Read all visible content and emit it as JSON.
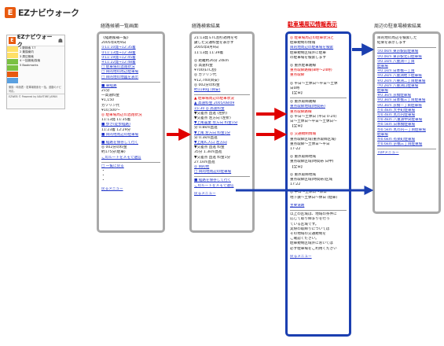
{
  "logo": {
    "mark": "E",
    "text": "EZナビウォーク"
  },
  "phone": {
    "title": "EZナビウォーク",
    "menu": [
      "1 駅検索 T.T",
      "2 乗換案内",
      "3 周辺検索",
      "4 一括検索/探索",
      "5 Bookmarks"
    ],
    "side_colors": [
      "#ffe066",
      "#ffe066",
      "#7ac142",
      "#7ac142",
      "#e85a10",
      "#5aa0e0"
    ],
    "desc": "乗換・時刻表・駐車場検索を一括。道路のナビ対応。",
    "footer": "EZWEB © Powered by NAVITIME JAPAN"
  },
  "headers": {
    "col1": "経路候補一覧画面",
    "col2": "経路検索結果",
    "col3": "駐車場周辺情報表示",
    "col4": "周辺の駐車場検索結果"
  },
  "panel1": [
    {
      "t": "《経路候補一覧》",
      "c": ""
    },
    {
      "t": "2005年8月9日",
      "c": ""
    },
    {
      "t": "①11:10発→12:35着",
      "c": "lk"
    },
    {
      "t": "②11:13発→12:38着",
      "c": "lk"
    },
    {
      "t": "③11:19発→12:45着",
      "c": "lk"
    },
    {
      "t": "④11:22発→12:48着",
      "c": "lk"
    },
    {
      "t": "□ 駐車場の混雑状況",
      "c": "lk"
    },
    {
      "t": "□ 目的地の周辺駐車場",
      "c": "lk"
    },
    {
      "t": "□ 目的地の地図を表示",
      "c": "lk"
    },
    {
      "hr": true
    },
    {
      "t": "■ 車経路",
      "c": "lk"
    },
    {
      "t": "21分",
      "c": ""
    },
    {
      "t": "一高速料金",
      "c": ""
    },
    {
      "t": "    ¥1,150",
      "c": ""
    },
    {
      "t": "ガソリン代",
      "c": ""
    },
    {
      "t": "    ¥10,500〜",
      "c": ""
    },
    {
      "t": "◎ 駐車場周辺の混雑状況",
      "c": "rd"
    },
    {
      "t": "11:13発    11:35着",
      "c": ""
    },
    {
      "t": "■ 歩き(徒歩経路)",
      "c": "lk"
    },
    {
      "t": "11:23着 12:29分",
      "c": ""
    },
    {
      "t": "■ 目的地周辺の駐車場",
      "c": "lk"
    },
    {
      "blank": true
    },
    {
      "t": "■ 経路を保存して行く",
      "c": "lk"
    },
    {
      "t": "◎ 002分の料金",
      "c": ""
    },
    {
      "t": "約175分(駐車)",
      "c": ""
    },
    {
      "t": "このルートをメモで送信",
      "c": "lk"
    },
    {
      "hr": true
    },
    {
      "t": "□ 一覧に戻る",
      "c": "lk"
    },
    {
      "t": "・",
      "c": ""
    },
    {
      "t": "・",
      "c": ""
    },
    {
      "t": "・",
      "c": ""
    },
    {
      "blank": true
    },
    {
      "t": "      戻るメニュー",
      "c": "lk"
    }
  ],
  "panel2": [
    {
      "t": "21:13発 ETC割引適用を考",
      "c": ""
    },
    {
      "t": "慮した交通料金を表示す",
      "c": ""
    },
    {
      "t": "2005年8月9日",
      "c": ""
    },
    {
      "t": "11:13発 11:39着",
      "c": ""
    },
    {
      "blank": true
    },
    {
      "t": "◎ 距離約26分    24km",
      "c": ""
    },
    {
      "t": "◎ 高速料金",
      "c": ""
    },
    {
      "t": "    ¥700(ETC割)",
      "c": ""
    },
    {
      "t": "◎ ガソリン代",
      "c": ""
    },
    {
      "t": "    ¥12,740(目安)",
      "c": ""
    },
    {
      "t": "◎ 002分の料金",
      "c": ""
    },
    {
      "t": "約1180g (目安)",
      "c": "lk"
    },
    {
      "hr": true
    },
    {
      "t": "▲ 駐車場周辺の駐車状況",
      "c": "rd"
    },
    {
      "t": "▲ 高速料金 2005/08/09",
      "c": "lk"
    },
    {
      "t": "15:30 ◎ 高速料金",
      "c": "lk"
    },
    {
      "t": "▼交差点 直進 (左折)",
      "c": ""
    },
    {
      "t": "▼交差点 左方向 (左折)",
      "c": ""
    },
    {
      "t": "▼上尾農業 左方向 料金1分",
      "c": "lk"
    },
    {
      "t": "分 0.8km直進",
      "c": ""
    },
    {
      "t": "▼上尾 左方向 料金1分",
      "c": "lk"
    },
    {
      "t": "分 0.3km直進",
      "c": ""
    },
    {
      "t": "▼上尾IC入口 左方向",
      "c": "lk"
    },
    {
      "t": "▼交差点 直進 料金",
      "c": ""
    },
    {
      "t": "35分 1.3km直進",
      "c": ""
    },
    {
      "t": "▼交差点 直進 料金1分",
      "c": ""
    },
    {
      "t": "27.1km直進",
      "c": ""
    },
    {
      "t": "◎ 目的地",
      "c": "lk"
    },
    {
      "t": "□ 目的地周辺の駐車場",
      "c": "lk"
    },
    {
      "hr": true
    },
    {
      "t": "■ 経路を保存して行く",
      "c": "lk"
    },
    {
      "t": "このルートをメモで送信",
      "c": "lk"
    },
    {
      "blank": true
    },
    {
      "t": "      戻るメニュー",
      "c": "lk"
    }
  ],
  "panel3": [
    {
      "t": "◎ 駐車場周辺の駐車状況と",
      "c": "rd"
    },
    {
      "t": "駐車規制の情報",
      "c": ""
    },
    {
      "t": "目的地周辺の駐車場を検索",
      "c": "lk"
    },
    {
      "t": "駐車規制区域外に駐車",
      "c": ""
    },
    {
      "t": "の駐車場を検索します",
      "c": ""
    },
    {
      "blank": true
    },
    {
      "t": "◎ 重点駐車路線",
      "c": ""
    },
    {
      "t": "重点取締路線(8時〜24時)",
      "c": "rd"
    },
    {
      "t": "重点取締",
      "c": "rd"
    },
    {
      "blank": true
    },
    {
      "t": "◎ 平日〜土休日〜平日〜土休",
      "c": ""
    },
    {
      "t": "日0時",
      "c": ""
    },
    {
      "t": "【全日】",
      "c": ""
    },
    {
      "hr": true
    },
    {
      "t": "◎ 重点取締路線",
      "c": ""
    },
    {
      "t": "重点取締地域(時間帯)",
      "c": "lk"
    },
    {
      "t": "重点取締路線",
      "c": "rd"
    },
    {
      "t": "◎ 平日〜土休日 (平日 0-24)",
      "c": ""
    },
    {
      "t": "日〜土休日〜平日〜土休日〜",
      "c": ""
    },
    {
      "t": "【全日】",
      "c": ""
    },
    {
      "blank": true
    },
    {
      "t": "◎ 交通規制情報",
      "c": "rd"
    },
    {
      "t": "重点取締区域(重点取締区域)",
      "c": ""
    },
    {
      "t": "重点取締〜土休日〜平日",
      "c": ""
    },
    {
      "t": "17-22",
      "c": ""
    },
    {
      "blank": true
    },
    {
      "t": "◎ 重点取締地域",
      "c": ""
    },
    {
      "t": "重点取締区域(時間帯 日中)",
      "c": ""
    },
    {
      "t": "【全日】",
      "c": ""
    },
    {
      "blank": true
    },
    {
      "t": "◎ 重点取締地域",
      "c": ""
    },
    {
      "t": "重点取締区域(時間帯)区域",
      "c": ""
    },
    {
      "t": "17:22",
      "c": ""
    },
    {
      "blank": true
    },
    {
      "t": "◎ 平日〜土休日〜休日",
      "c": ""
    },
    {
      "t": "地下鉄〜土休日〜休日 (駐車)",
      "c": ""
    },
    {
      "blank": true
    },
    {
      "t": "主要道路",
      "c": "lk"
    },
    {
      "hr": true
    },
    {
      "t": "以上の区域は、地域の条件に",
      "c": ""
    },
    {
      "t": "応じて取り締まりを行っ",
      "c": ""
    },
    {
      "t": "ている区域です。",
      "c": ""
    },
    {
      "t": "実際の取締りについては",
      "c": ""
    },
    {
      "t": "その地域の交通規制を",
      "c": ""
    },
    {
      "t": "ご確認ください。",
      "c": ""
    },
    {
      "t": "駐車規制区域外においては",
      "c": ""
    },
    {
      "t": "必ず駐車場をご利用ください",
      "c": ""
    },
    {
      "blank": true
    },
    {
      "t": "      戻るメニュー",
      "c": "lk"
    }
  ],
  "panel4": [
    {
      "t": "目的地の周辺を検索した",
      "c": ""
    },
    {
      "t": "結果を表示します",
      "c": ""
    },
    {
      "hr": true
    },
    {
      "t": "①0.0km 東京駅前駐車場",
      "c": "lk"
    },
    {
      "t": "②0.0km 東京駅北口駐車場",
      "c": "lk"
    },
    {
      "t": "③0.1km 八重洲一丁目",
      "c": "lk"
    },
    {
      "t": "駐車場",
      "c": "lk"
    },
    {
      "t": "④0.1km 日本橋一丁目",
      "c": "lk"
    },
    {
      "t": "⑤0.2km 八重洲地下駐車場",
      "c": "lk"
    },
    {
      "t": "⑥0.2km 八重洲二丁目駐車場",
      "c": "lk"
    },
    {
      "t": "⑦0.2km 八重洲口駐車場",
      "c": "lk"
    },
    {
      "t": "駐車場",
      "c": "lk"
    },
    {
      "t": "⑧0.3km 京橋駐車場",
      "c": "lk"
    },
    {
      "t": "⑨0.3km 日本橋三丁目駐車場",
      "c": "lk"
    },
    {
      "t": "⑩0.3km 京橋一丁目駐車場",
      "c": "lk"
    },
    {
      "t": "⑪0.4km 大手町駐車場",
      "c": "lk"
    },
    {
      "t": "⑫0.4km 丸の内駐車場",
      "c": "lk"
    },
    {
      "t": "⑬0.4km 八重洲中央駐車場",
      "c": "lk"
    },
    {
      "t": "⑭0.5km 日本橋駐車場",
      "c": "lk"
    },
    {
      "t": "⑮0.5km 丸の内一丁目駐車場",
      "c": "lk"
    },
    {
      "t": "駐車場",
      "c": "lk"
    },
    {
      "t": "⑯0.6km 有楽町駐車場",
      "c": "lk"
    },
    {
      "t": "⑰0.6km 京橋三丁目駐車場",
      "c": "lk"
    },
    {
      "hr": true
    },
    {
      "t": "TOPメニュー",
      "c": "lk"
    }
  ],
  "colors": {
    "red_arrow": "#e00000",
    "blue_arrow": "#1b3fb0",
    "link": "#1d32c8"
  }
}
